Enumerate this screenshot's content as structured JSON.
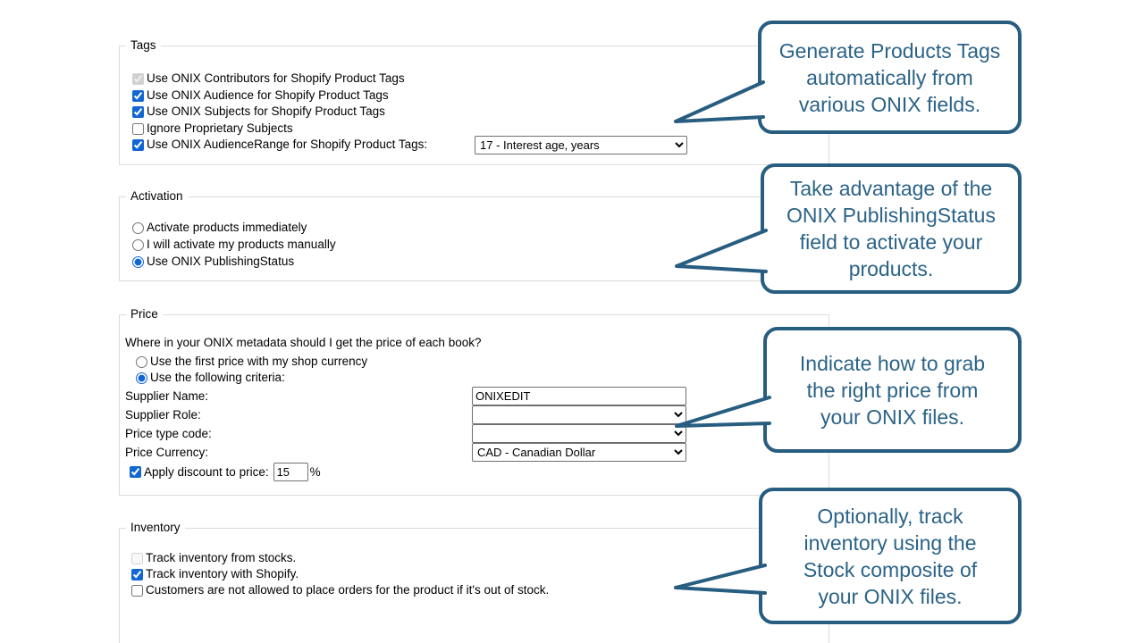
{
  "colors": {
    "accent": "#1166d3",
    "callout_border": "#275d80",
    "callout_text": "#2b6387",
    "fieldset_border": "#dcdcdc"
  },
  "tags": {
    "legend": "Tags",
    "checkboxes": [
      {
        "label": "Use ONIX Contributors for Shopify Product Tags",
        "checked": true,
        "disabled": true
      },
      {
        "label": "Use ONIX Audience for Shopify Product Tags",
        "checked": true
      },
      {
        "label": "Use ONIX Subjects for Shopify Product Tags",
        "checked": true
      },
      {
        "label": "Ignore Proprietary Subjects",
        "checked": false
      },
      {
        "label": "Use ONIX AudienceRange for Shopify Product Tags:",
        "checked": true,
        "select_value": "17 - Interest age, years"
      }
    ]
  },
  "activation": {
    "legend": "Activation",
    "radios": [
      {
        "label": "Activate products immediately",
        "checked": false
      },
      {
        "label": "I will activate my products manually",
        "checked": false
      },
      {
        "label": "Use ONIX PublishingStatus",
        "checked": true
      }
    ]
  },
  "price": {
    "legend": "Price",
    "question": "Where in your ONIX metadata should I get the price of each book?",
    "radios": [
      {
        "label": "Use the first price with my shop currency",
        "checked": false
      },
      {
        "label": "Use the following criteria:",
        "checked": true
      }
    ],
    "fields": [
      {
        "label": "Supplier Name:",
        "type": "text",
        "value": "ONIXEDIT"
      },
      {
        "label": "Supplier Role:",
        "type": "select",
        "value": ""
      },
      {
        "label": "Price type code:",
        "type": "select",
        "value": ""
      },
      {
        "label": "Price Currency:",
        "type": "select",
        "value": "CAD - Canadian Dollar"
      }
    ],
    "discount": {
      "label": "Apply discount to price:",
      "checked": true,
      "value": "15",
      "suffix": "%"
    }
  },
  "inventory": {
    "legend": "Inventory",
    "checkboxes": [
      {
        "label": "Track inventory from stocks.",
        "checked": false,
        "disabled": true
      },
      {
        "label": "Track inventory with Shopify.",
        "checked": true
      },
      {
        "label": "Customers are not allowed to place orders for the product if it's out of stock.",
        "checked": false
      }
    ]
  },
  "callouts": [
    {
      "text": "Generate Products Tags\nautomatically from\nvarious ONIX fields."
    },
    {
      "text": "Take advantage of the\nONIX PublishingStatus\nfield to activate your\nproducts."
    },
    {
      "text": "Indicate how to grab\nthe right price from\nyour ONIX files."
    },
    {
      "text": "Optionally, track\ninventory using the\nStock composite of\nyour ONIX files."
    }
  ]
}
